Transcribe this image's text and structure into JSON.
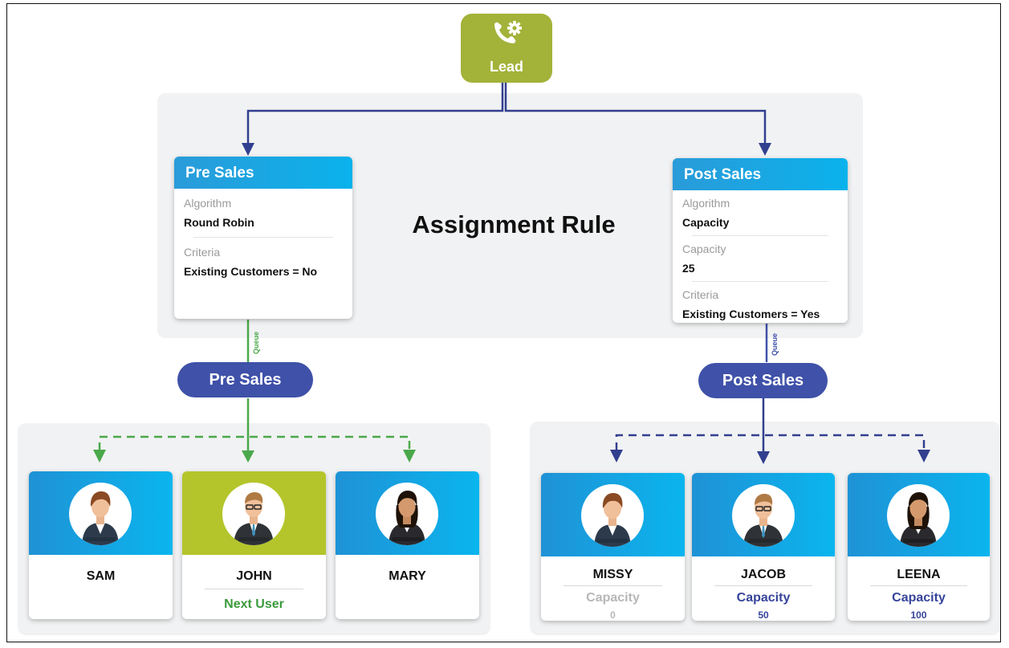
{
  "lead": {
    "label": "Lead",
    "icon": "phone-gear-icon"
  },
  "title": "Assignment Rule",
  "pre_sales_rule": {
    "header": "Pre Sales",
    "algorithm_label": "Algorithm",
    "algorithm_value": "Round Robin",
    "criteria_label": "Criteria",
    "criteria_value": "Existing Customers = No"
  },
  "post_sales_rule": {
    "header": "Post Sales",
    "algorithm_label": "Algorithm",
    "algorithm_value": "Capacity",
    "capacity_label": "Capacity",
    "capacity_value": "25",
    "criteria_label": "Criteria",
    "criteria_value": "Existing Customers = Yes"
  },
  "queue_label": "Queue",
  "queues": {
    "pre": "Pre Sales",
    "post": "Post Sales"
  },
  "pre_users": [
    {
      "name": "SAM",
      "gender": "female"
    },
    {
      "name": "JOHN",
      "gender": "male",
      "note": "Next User"
    },
    {
      "name": "MARY",
      "gender": "female"
    }
  ],
  "post_users": [
    {
      "name": "MISSY",
      "capacity_label": "Capacity",
      "capacity": "0"
    },
    {
      "name": "JACOB",
      "capacity_label": "Capacity",
      "capacity": "50"
    },
    {
      "name": "LEENA",
      "capacity_label": "Capacity",
      "capacity": "100"
    }
  ],
  "colors": {
    "lead": "#a3b239",
    "navy": "#3f51a8",
    "green": "#4aa84a",
    "blue": "#0ab2ec"
  }
}
